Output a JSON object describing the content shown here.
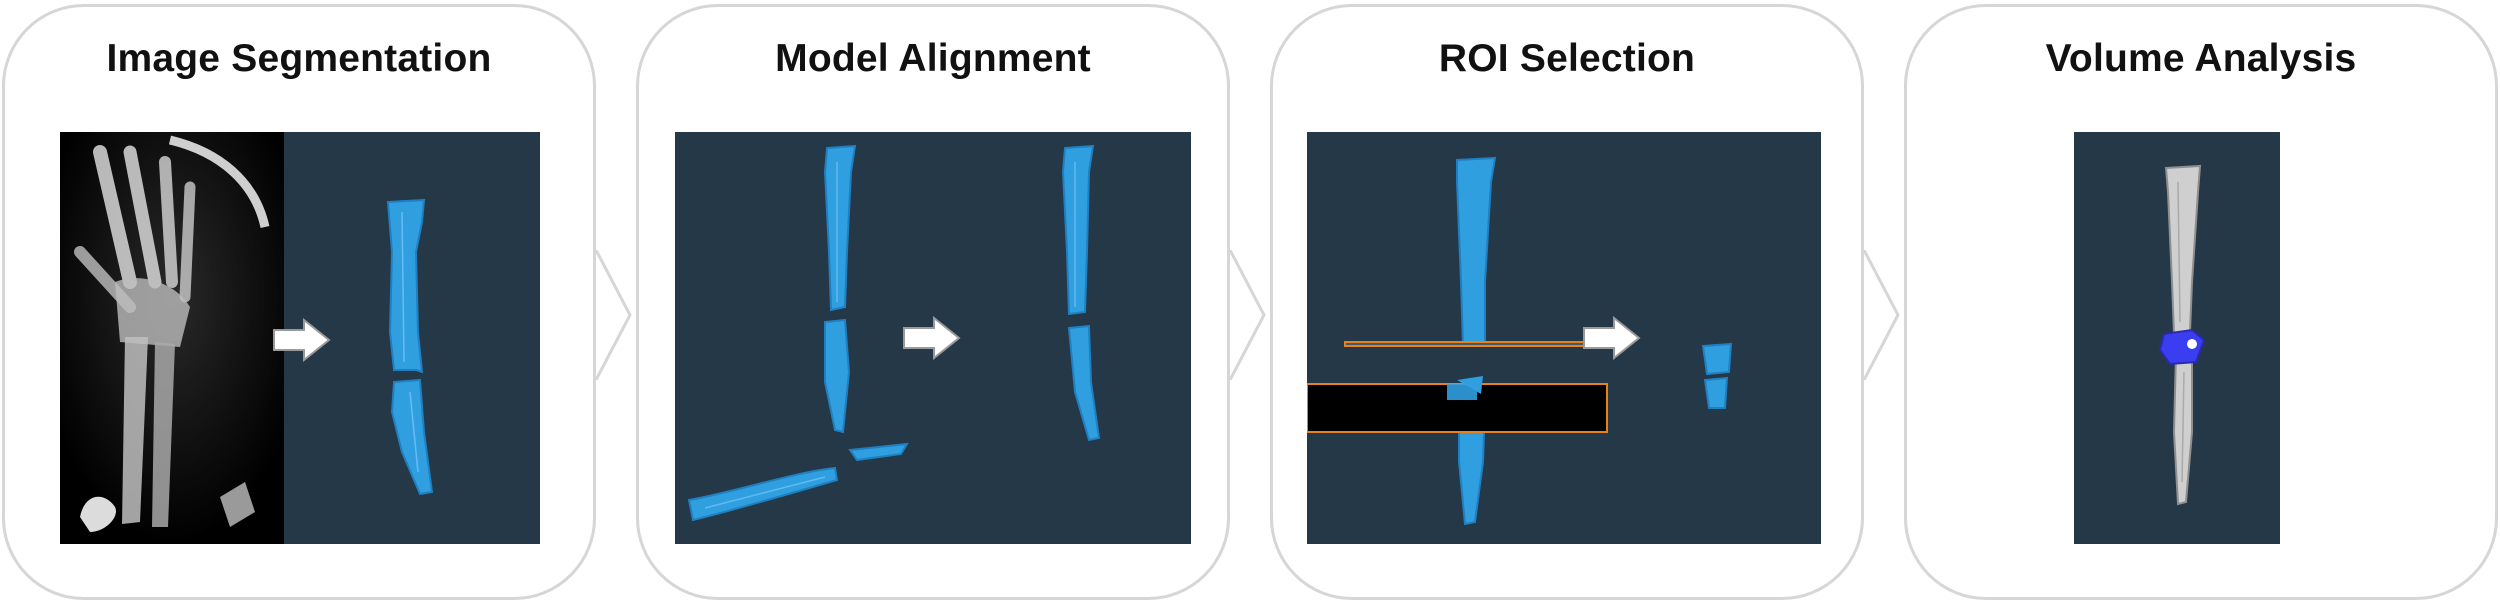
{
  "steps": [
    {
      "title": "Image Segmentation"
    },
    {
      "title": "Model Alignment"
    },
    {
      "title": "ROI Selection"
    },
    {
      "title": "Volume Analysis"
    }
  ],
  "colors": {
    "panel_border": "#d6d6d6",
    "viewport_bg": "#243847",
    "bone_blue": "#2f9fe0",
    "bone_gray": "#c9c9c9",
    "roi_outline": "#e8801c",
    "roi_highlight": "#3a3ef0",
    "arrow_fill": "#ffffff"
  },
  "icons": [
    "right-arrow-icon",
    "chevron-right-icon"
  ]
}
